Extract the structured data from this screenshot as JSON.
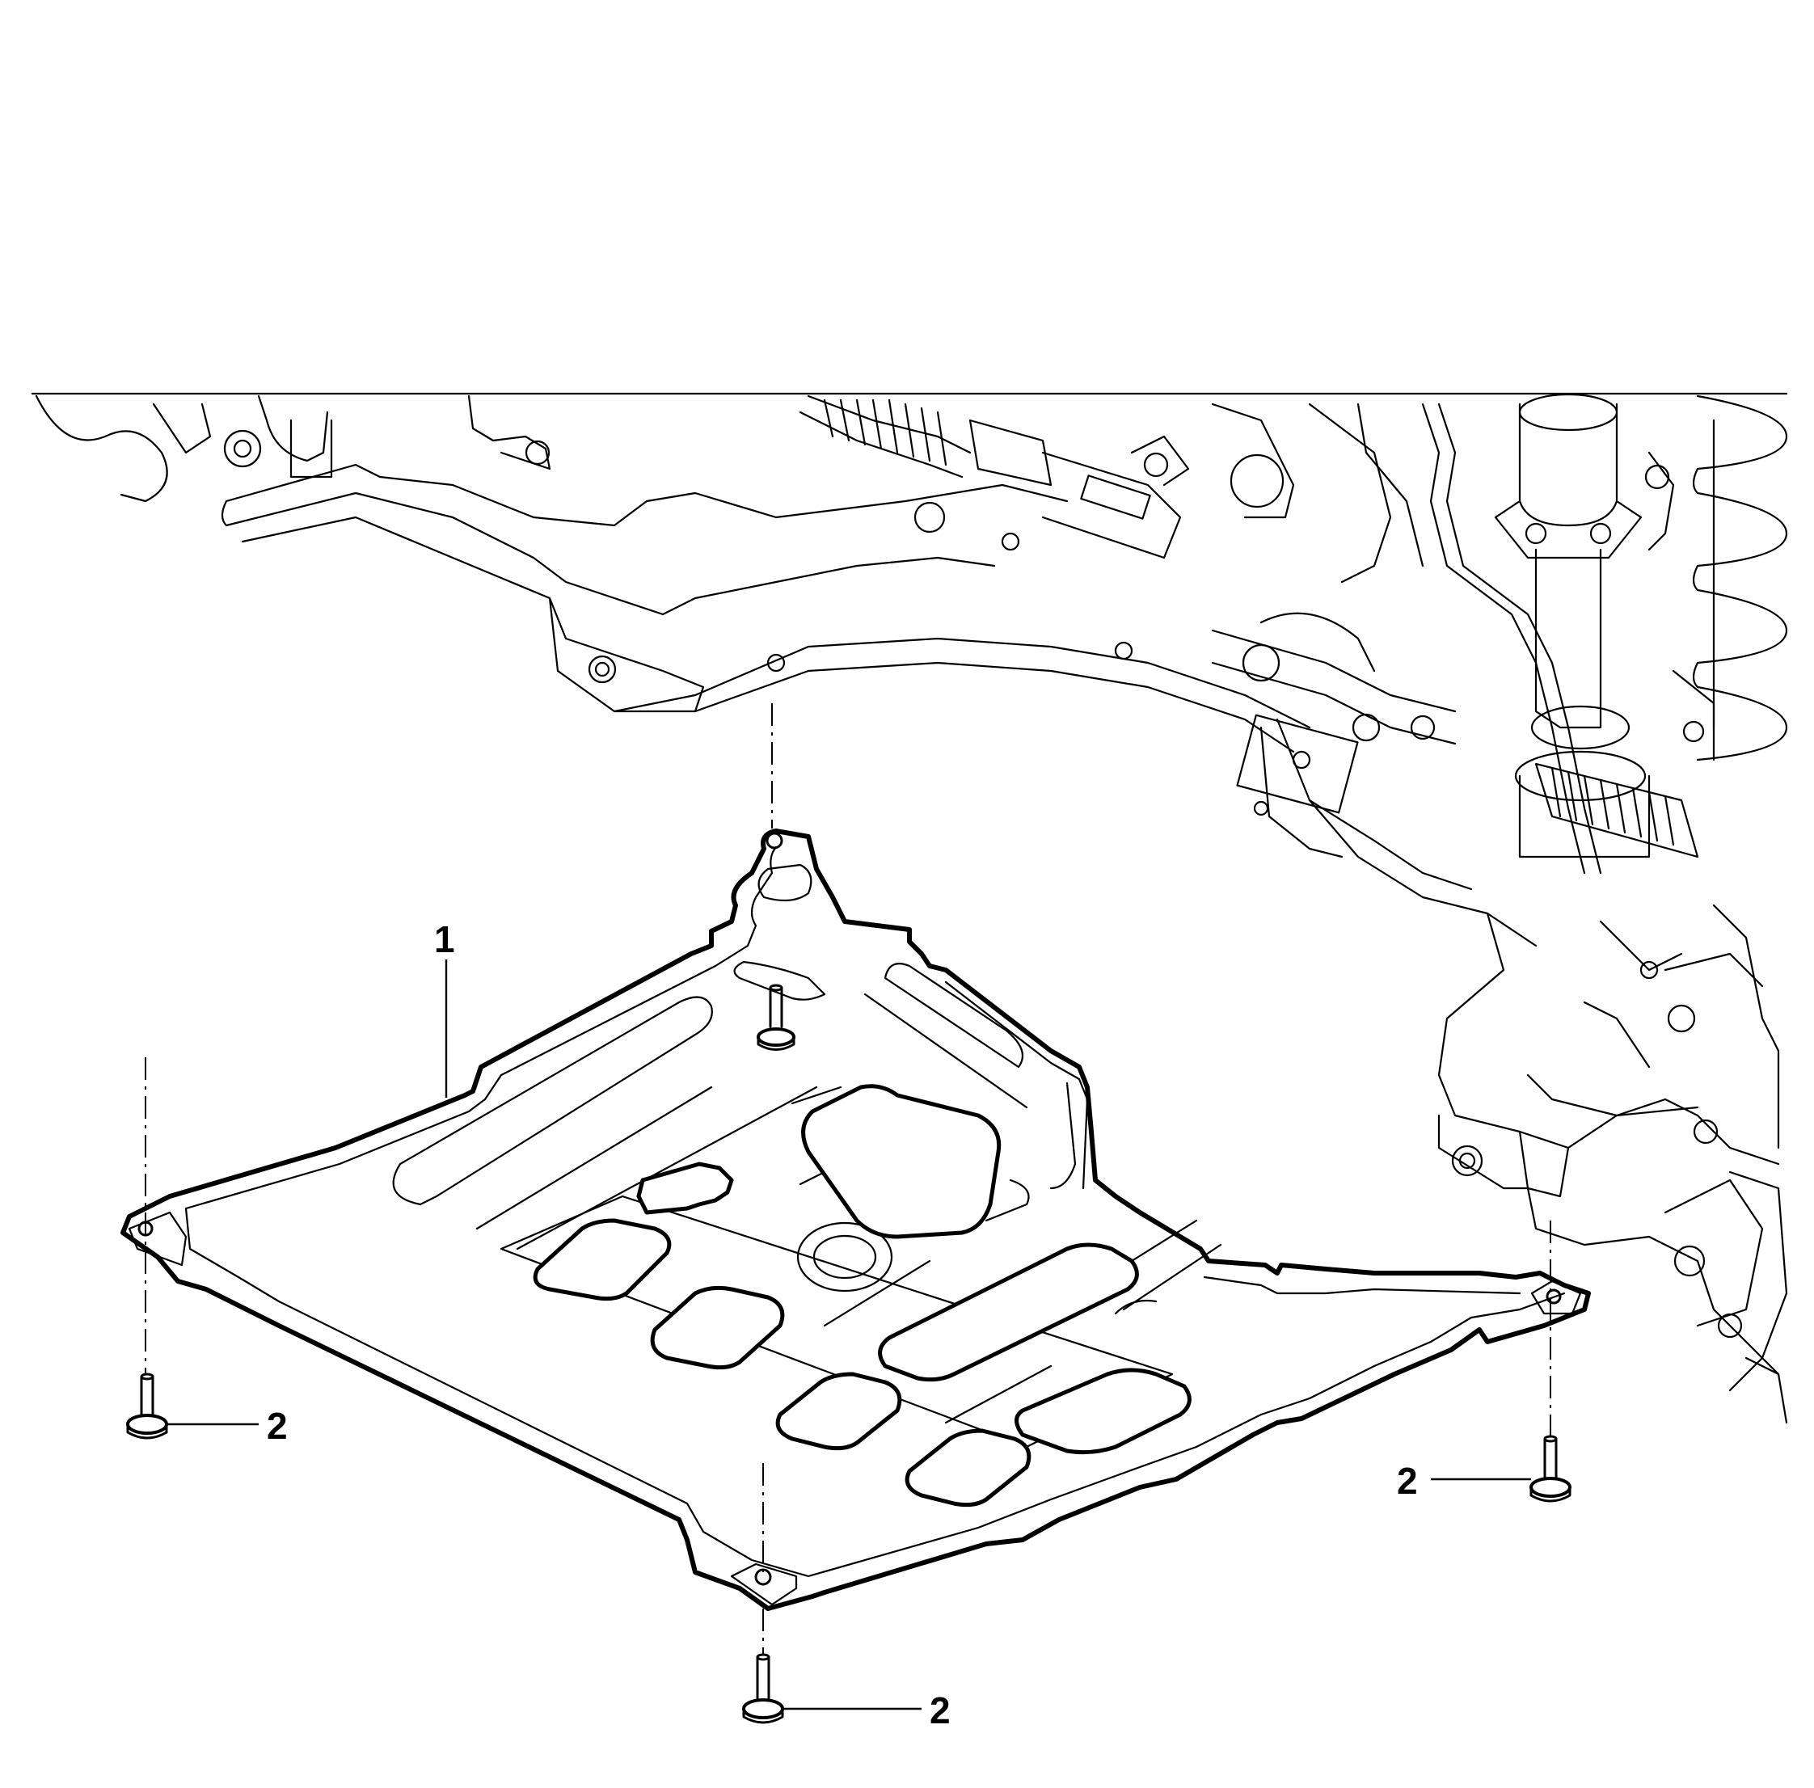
{
  "callouts": {
    "skid_plate": "1",
    "bolt_left": "2",
    "bolt_front": "2",
    "bolt_right": "2"
  },
  "colors": {
    "line": "#000000",
    "background": "#ffffff"
  }
}
